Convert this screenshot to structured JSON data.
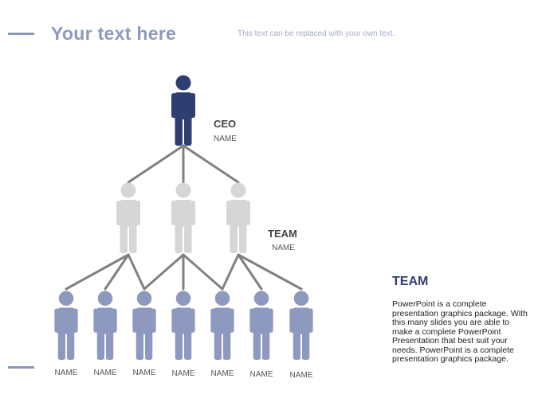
{
  "header": {
    "title": "Your text here",
    "subtitle": "This text can be replaced with your own text."
  },
  "colors": {
    "ceo": "#2f3e70",
    "team": "#d6d6d6",
    "members": "#8e99c0",
    "connector": "#808080",
    "accent": "#8a96b8"
  },
  "icon": "person-icon",
  "ceo": {
    "title": "CEO",
    "name": "NAME"
  },
  "team": {
    "title": "TEAM",
    "name": "NAME",
    "count": 3
  },
  "members": {
    "names": [
      "NAME",
      "NAME",
      "NAME",
      "NAME",
      "NAME",
      "NAME",
      "NAME"
    ]
  },
  "info": {
    "title": "TEAM",
    "text": "PowerPoint is a complete presentation graphics package. With this many slides you are able to make a complete PowerPoint Presentation that best suit your needs. PowerPoint is a complete presentation graphics package."
  }
}
